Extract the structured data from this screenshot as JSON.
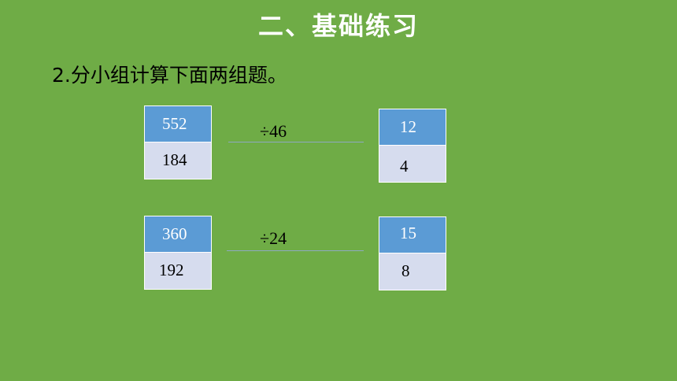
{
  "title": "二、基础练习",
  "question": "2.分小组计算下面两组题。",
  "groups": [
    {
      "left": [
        "552",
        "184"
      ],
      "op": "÷46",
      "right": [
        "12",
        "4"
      ]
    },
    {
      "left": [
        "360",
        "192"
      ],
      "op": "÷24",
      "right": [
        "15",
        "8"
      ]
    }
  ]
}
